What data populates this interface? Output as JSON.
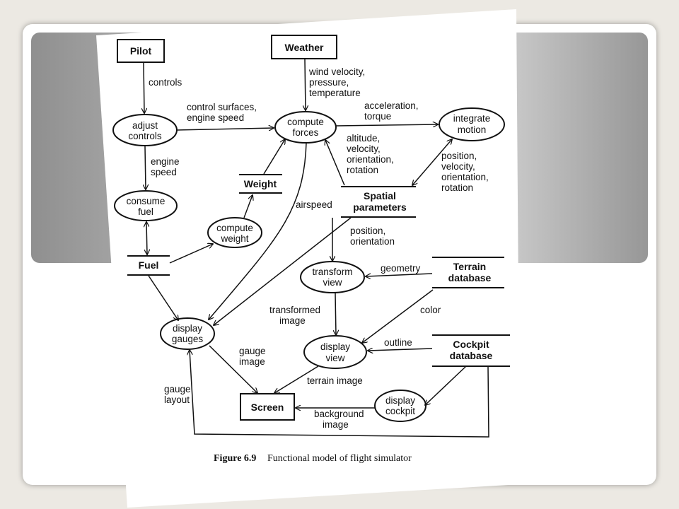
{
  "diagram": {
    "title": "Functional model of flight simulator",
    "figure_label": "Figure 6.9",
    "actors": {
      "pilot": "Pilot",
      "weather": "Weather",
      "screen": "Screen"
    },
    "stores": {
      "weight": "Weight",
      "fuel": "Fuel",
      "spatial": [
        "Spatial",
        "parameters"
      ],
      "terrain": [
        "Terrain",
        "database"
      ],
      "cockpit": [
        "Cockpit",
        "database"
      ]
    },
    "processes": {
      "adjust": [
        "adjust",
        "controls"
      ],
      "consume": [
        "consume",
        "fuel"
      ],
      "compute_weight": [
        "compute",
        "weight"
      ],
      "compute_forces": [
        "compute",
        "forces"
      ],
      "integrate": [
        "integrate",
        "motion"
      ],
      "transform": [
        "transform",
        "view"
      ],
      "display_gauges": [
        "display",
        "gauges"
      ],
      "display_view": [
        "display",
        "view"
      ],
      "display_cockpit": [
        "display",
        "cockpit"
      ]
    },
    "flows": {
      "controls": [
        "controls"
      ],
      "wind": [
        "wind velocity,",
        "pressure,",
        "temperature"
      ],
      "control_surfaces": [
        "control surfaces,",
        "engine speed"
      ],
      "accel": [
        "acceleration,",
        "torque"
      ],
      "engine_speed": [
        "engine",
        "speed"
      ],
      "altitude": [
        "altitude,",
        "velocity,",
        "orientation,",
        "rotation"
      ],
      "position_right": [
        "position,",
        "velocity,",
        "orientation,",
        "rotation"
      ],
      "airspeed": [
        "airspeed"
      ],
      "position_orient": [
        "position,",
        "orientation"
      ],
      "geometry": [
        "geometry"
      ],
      "color": [
        "color"
      ],
      "transformed": [
        "transformed",
        "image"
      ],
      "outline": [
        "outline"
      ],
      "gauge_image": [
        "gauge",
        "image"
      ],
      "terrain_image": [
        "terrain image"
      ],
      "gauge_layout": [
        "gauge",
        "layout"
      ],
      "background": [
        "background",
        "image"
      ]
    }
  }
}
